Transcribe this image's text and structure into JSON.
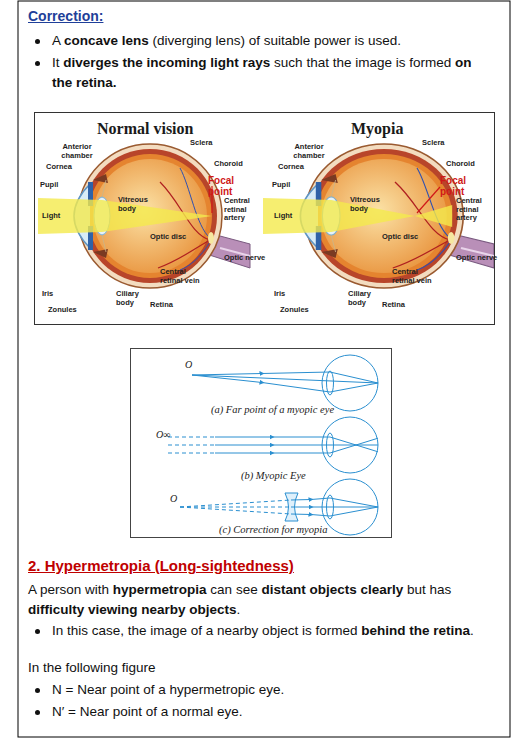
{
  "diagram": {
    "nodes": [
      {
        "text": [
          "Normal vision",
          "Myopia"
        ]
      },
      {
        "text": [
          "(a) Far point of a myopic eye",
          "(b) Myopic Eye",
          "(c) Correction for myopia"
        ]
      }
    ],
    "labels": [
      "Correction:",
      "A",
      "concave lens",
      "(diverging lens) of suitable power is used.",
      "It",
      "diverges the incoming light rays",
      "such that the image is formed",
      "on the retina.",
      "Anterior chamber",
      "Sclera",
      "Cornea",
      "Choroid",
      "Pupil",
      "Focal point",
      "Vitreous body",
      "Central retinal artery",
      "Light",
      "Optic disc",
      "Optic nerve",
      "Iris",
      "Central retinal vein",
      "Ciliary body",
      "Zonules",
      "Retina",
      "Anterior chamber",
      "Sclera",
      "Cornea",
      "Choroid",
      "Pupil",
      "Focal point",
      "Vitreous body",
      "Central retinal artery",
      "Light",
      "Optic disc",
      "Optic nerve",
      "Iris",
      "Central retinal vein",
      "Ciliary body",
      "Zonules",
      "Retina",
      "O",
      "O∞",
      "O",
      "2. Hypermetropia (Long-sightedness)",
      "A person with",
      "hypermetropia",
      "can see",
      "distant objects clearly",
      "but has",
      "difficulty viewing nearby objects",
      ".",
      "In this case, the image of a nearby object is formed",
      "behind the retina",
      ".",
      "In the following figure",
      "N = Near point of a hypermetropic eye.",
      "N′ = Near point of a normal eye."
    ]
  }
}
